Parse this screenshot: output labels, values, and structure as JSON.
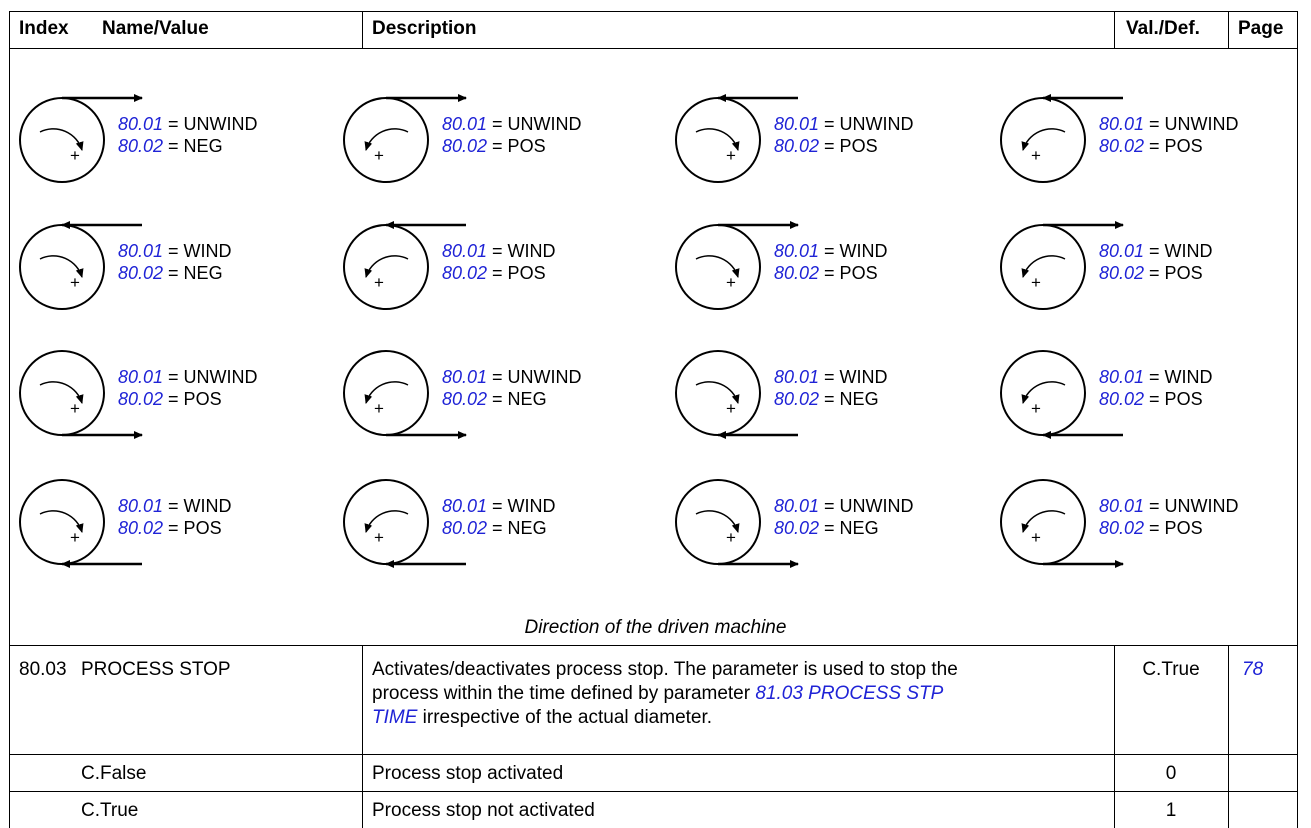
{
  "header": {
    "index": "Index",
    "name_value": "Name/Value",
    "description": "Description",
    "val_def": "Val./Def.",
    "page": "Page"
  },
  "diagram": {
    "caption": "Direction of the driven machine",
    "param_a": "80.01",
    "param_b": "80.02",
    "eq": " = ",
    "rows": [
      [
        {
          "a": "UNWIND",
          "b": "NEG",
          "rot": "cw",
          "web": "top",
          "dir": "right"
        },
        {
          "a": "UNWIND",
          "b": "POS",
          "rot": "ccw",
          "web": "top",
          "dir": "right"
        },
        {
          "a": "UNWIND",
          "b": "POS",
          "rot": "cw",
          "web": "top",
          "dir": "left"
        },
        {
          "a": "UNWIND",
          "b": "POS",
          "rot": "ccw",
          "web": "top",
          "dir": "left"
        }
      ],
      [
        {
          "a": "WIND",
          "b": "NEG",
          "rot": "cw",
          "web": "top",
          "dir": "left"
        },
        {
          "a": "WIND",
          "b": "POS",
          "rot": "ccw",
          "web": "top",
          "dir": "left"
        },
        {
          "a": "WIND",
          "b": "POS",
          "rot": "cw",
          "web": "top",
          "dir": "right"
        },
        {
          "a": "WIND",
          "b": "POS",
          "rot": "ccw",
          "web": "top",
          "dir": "right"
        }
      ],
      [
        {
          "a": "UNWIND",
          "b": "POS",
          "rot": "cw",
          "web": "bottom",
          "dir": "right"
        },
        {
          "a": "UNWIND",
          "b": "NEG",
          "rot": "ccw",
          "web": "bottom",
          "dir": "right"
        },
        {
          "a": "WIND",
          "b": "NEG",
          "rot": "cw",
          "web": "bottom",
          "dir": "left"
        },
        {
          "a": "WIND",
          "b": "POS",
          "rot": "ccw",
          "web": "bottom",
          "dir": "left"
        }
      ],
      [
        {
          "a": "WIND",
          "b": "POS",
          "rot": "cw",
          "web": "bottom",
          "dir": "left"
        },
        {
          "a": "WIND",
          "b": "NEG",
          "rot": "ccw",
          "web": "bottom",
          "dir": "left"
        },
        {
          "a": "UNWIND",
          "b": "NEG",
          "rot": "cw",
          "web": "bottom",
          "dir": "right"
        },
        {
          "a": "UNWIND",
          "b": "POS",
          "rot": "ccw",
          "web": "bottom",
          "dir": "right"
        }
      ]
    ]
  },
  "param": {
    "index": "80.03",
    "name": "PROCESS STOP",
    "desc_1": "Activates/deactivates process stop. The parameter is used to stop the",
    "desc_2_pre": "process within the time defined by parameter ",
    "desc_link_a": "81.03 PROCESS STP",
    "desc_link_b": "TIME",
    "desc_3_post": " irrespective of the actual diameter.",
    "default": "C.True",
    "page": "78"
  },
  "values": [
    {
      "name": "C.False",
      "desc": "Process stop activated",
      "val": "0"
    },
    {
      "name": "C.True",
      "desc": "Process stop not activated",
      "val": "1"
    }
  ],
  "colors": {
    "link": "#1f23d6",
    "line": "#000000"
  }
}
